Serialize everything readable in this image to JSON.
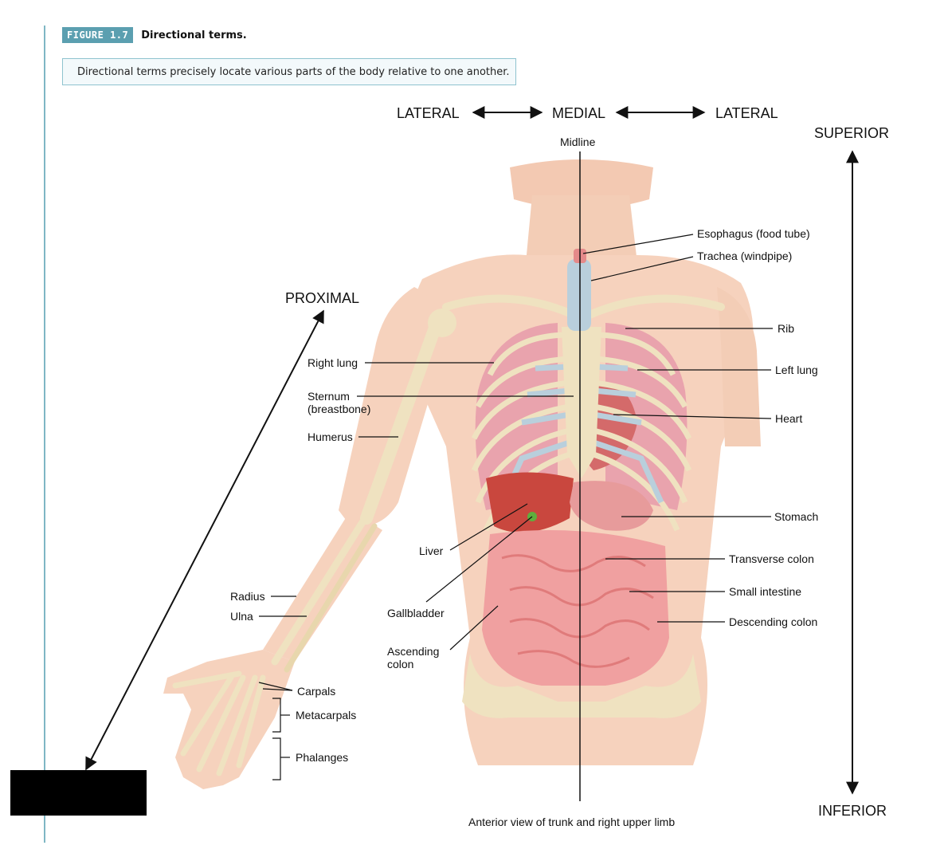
{
  "figure": {
    "badge": "FIGURE 1.7",
    "title": "Directional terms.",
    "caption": "Directional terms precisely locate various parts of the body relative to one another."
  },
  "directions": {
    "lateral_left": "LATERAL",
    "medial": "MEDIAL",
    "lateral_right": "LATERAL",
    "superior": "SUPERIOR",
    "inferior": "INFERIOR",
    "proximal": "PROXIMAL",
    "midline": "Midline"
  },
  "labels": {
    "esophagus": "Esophagus (food tube)",
    "trachea": "Trachea (windpipe)",
    "rib": "Rib",
    "right_lung": "Right lung",
    "left_lung": "Left lung",
    "sternum_1": "Sternum",
    "sternum_2": "(breastbone)",
    "heart": "Heart",
    "humerus": "Humerus",
    "stomach": "Stomach",
    "liver": "Liver",
    "transverse_colon": "Transverse colon",
    "radius": "Radius",
    "ulna": "Ulna",
    "small_intestine": "Small intestine",
    "gallbladder": "Gallbladder",
    "descending_colon": "Descending colon",
    "ascending_colon_1": "Ascending",
    "ascending_colon_2": "colon",
    "carpals": "Carpals",
    "metacarpals": "Metacarpals",
    "phalanges": "Phalanges"
  },
  "view_caption": "Anterior view of trunk and right upper limb",
  "colors": {
    "accent": "#5b9fb0",
    "skin": "#f6d2bd",
    "bone": "#efe2c0",
    "lung": "#e9a3ad",
    "cartilage": "#b9cfdc",
    "organ": "#c9473e",
    "intestine": "#f0a0a0"
  }
}
